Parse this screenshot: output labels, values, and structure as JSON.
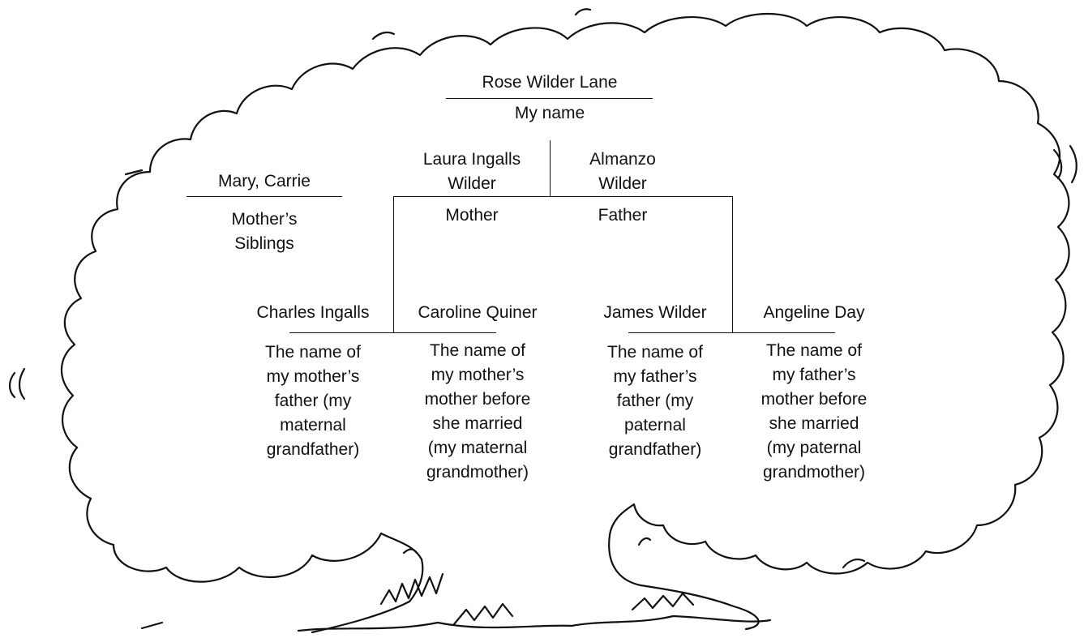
{
  "self": {
    "name": "Rose Wilder Lane",
    "caption": "My name"
  },
  "siblings": {
    "names": "Mary, Carrie",
    "caption": "Mother’s\nSiblings"
  },
  "mother": {
    "name": "Laura Ingalls\nWilder",
    "caption": "Mother"
  },
  "father": {
    "name": "Almanzo\nWilder",
    "caption": "Father"
  },
  "grandparents": [
    {
      "name": "Charles Ingalls",
      "caption": "The name of\nmy mother’s\nfather (my\nmaternal\ngrandfather)"
    },
    {
      "name": "Caroline Quiner",
      "caption": "The name of\nmy mother’s\nmother before\nshe married\n(my maternal\ngrandmother)"
    },
    {
      "name": "James Wilder",
      "caption": "The name of\nmy father’s\nfather (my\npaternal\ngrandfather)"
    },
    {
      "name": "Angeline Day",
      "caption": "The name of\nmy father’s\nmother before\nshe married\n(my paternal\ngrandmother)"
    }
  ]
}
